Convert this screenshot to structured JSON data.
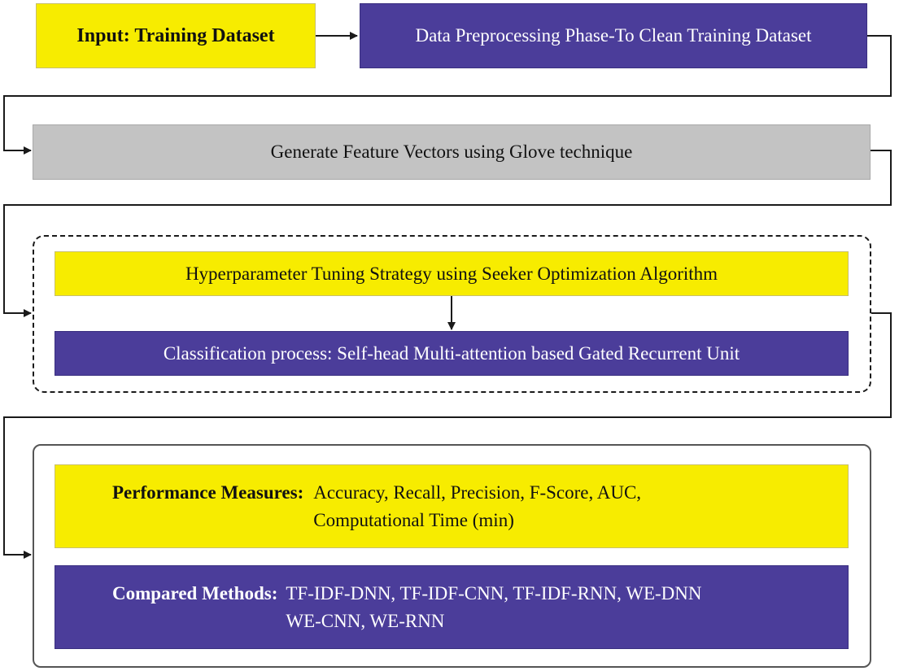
{
  "input_box": {
    "text": "Input: Training Dataset"
  },
  "preprocess_box": {
    "text": "Data Preprocessing Phase-To Clean Training Dataset"
  },
  "feature_box": {
    "text": "Generate Feature Vectors using Glove technique"
  },
  "hyper_box": {
    "text": "Hyperparameter Tuning Strategy using Seeker Optimization Algorithm"
  },
  "classify_box": {
    "text": "Classification process: Self-head Multi-attention based Gated Recurrent Unit"
  },
  "performance_box": {
    "label": "Performance Measures:",
    "line1": "Accuracy, Recall, Precision, F-Score, AUC,",
    "line2": "Computational Time (min)"
  },
  "compared_box": {
    "label": "Compared Methods:",
    "line1": "TF-IDF-DNN, TF-IDF-CNN, TF-IDF-RNN, WE-DNN",
    "line2": "WE-CNN, WE-RNN"
  },
  "colors": {
    "yellow": "#f7ec00",
    "purple": "#4b3d9a",
    "gray": "#c3c3c3",
    "line": "#1a1a1a"
  }
}
